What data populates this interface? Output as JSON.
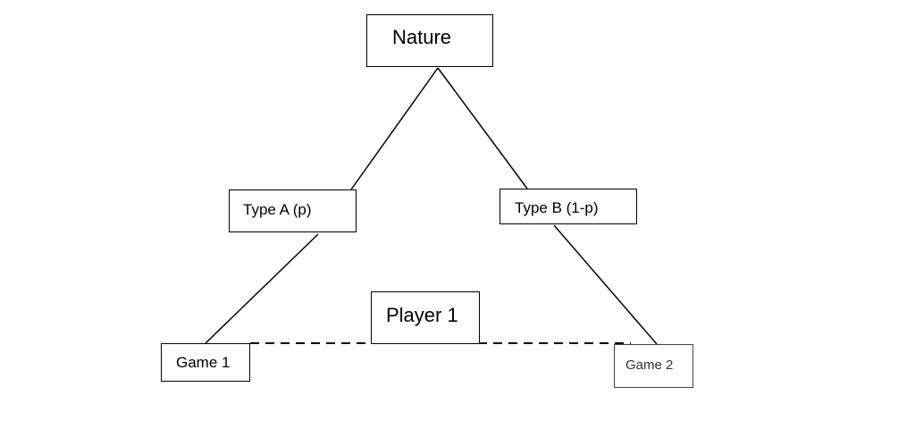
{
  "nodes": {
    "nature": "Nature",
    "type_a": "Type A (p)",
    "type_b": "Type B (1-p)",
    "player1": "Player 1",
    "game1": "Game 1",
    "game2": "Game 2"
  },
  "colors": {
    "line": "#000000",
    "background": "#ffffff"
  }
}
